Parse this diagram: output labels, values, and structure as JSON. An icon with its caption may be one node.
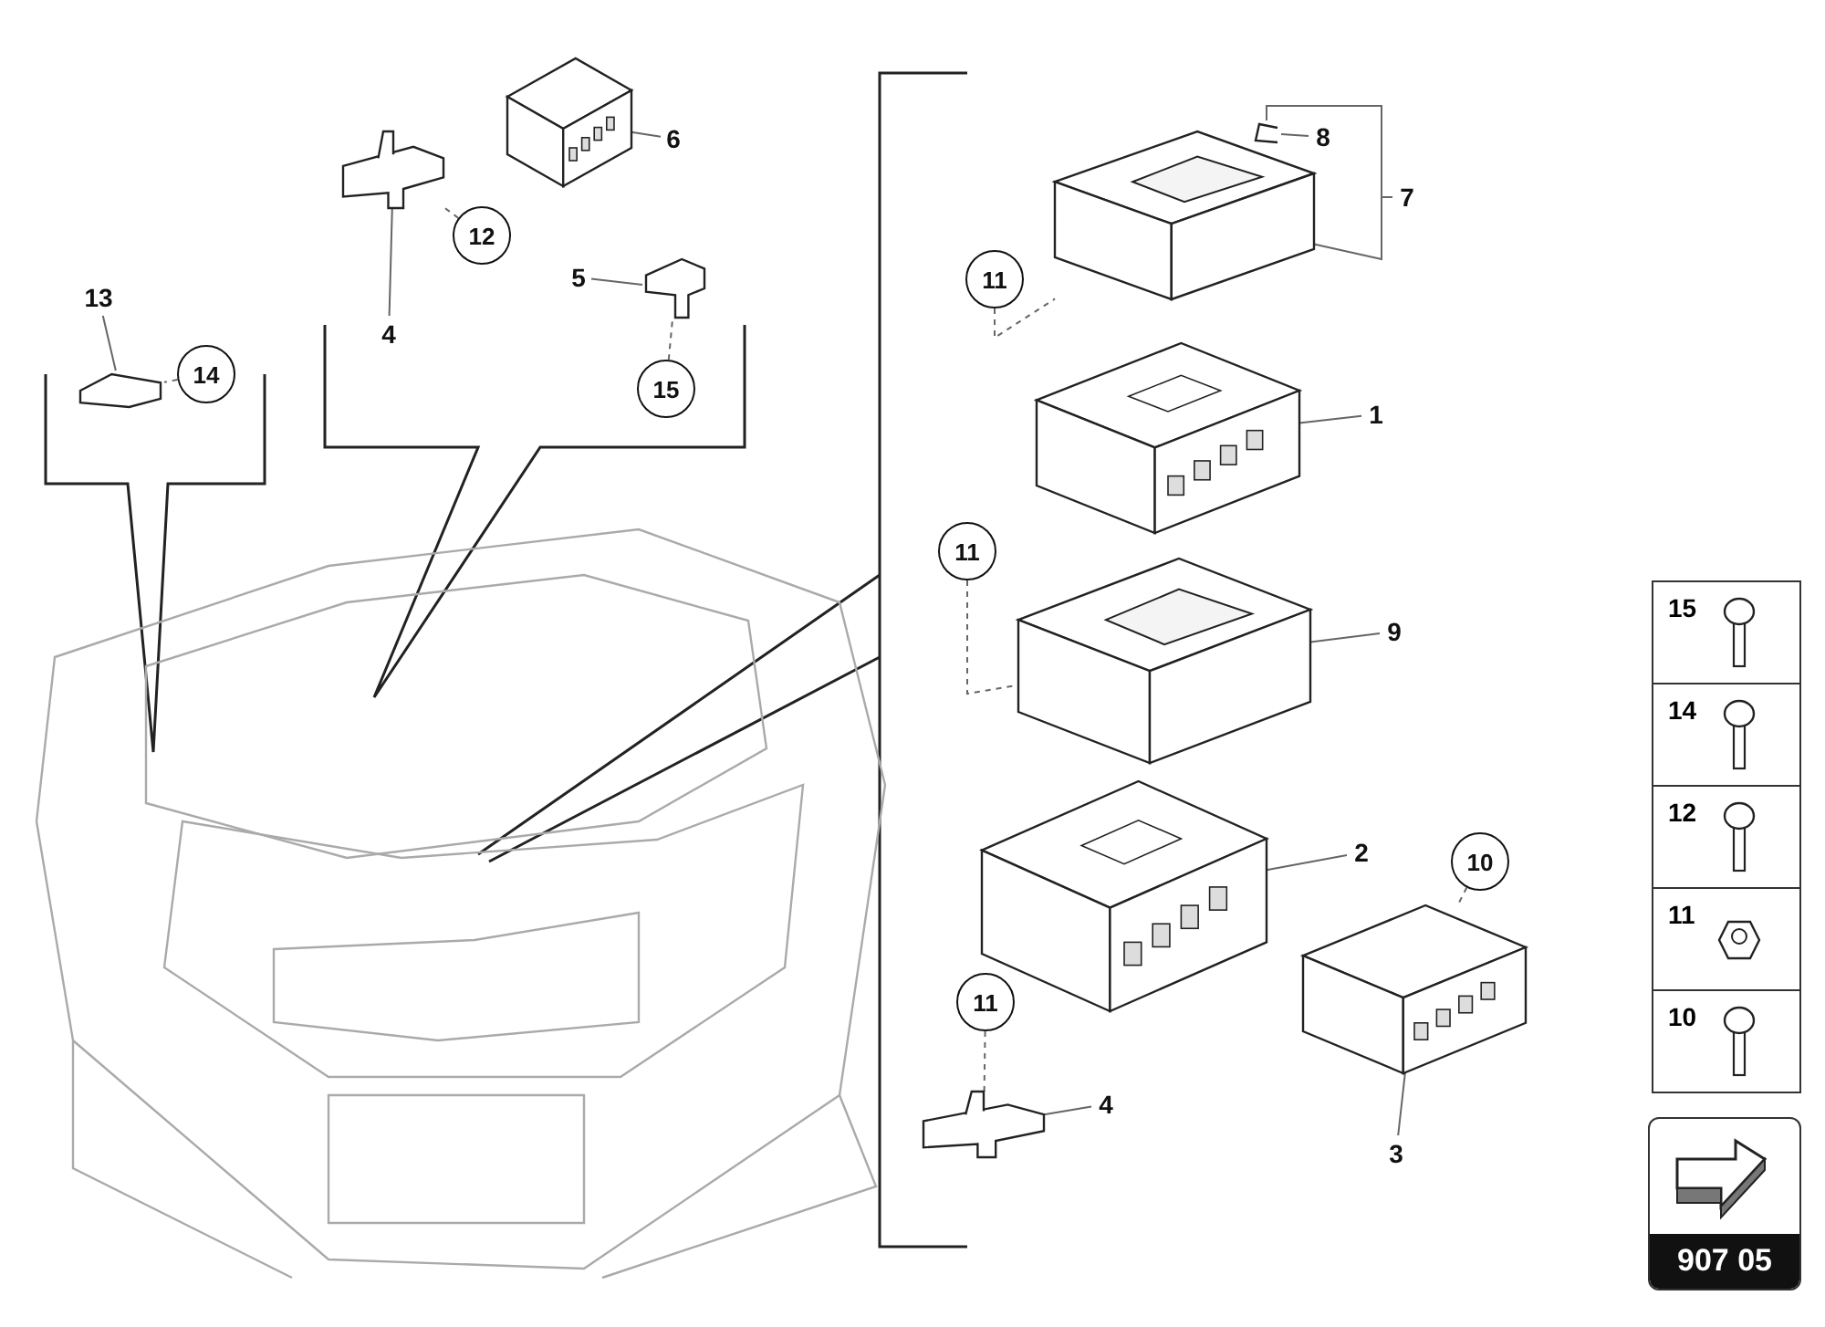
{
  "diagram": {
    "nodes": [
      {
        "text": [],
        "shape": "picture"
      },
      {
        "text": [
          "6"
        ]
      },
      {
        "text": [],
        "shape": "picture"
      },
      {
        "text": [
          "12"
        ]
      },
      {
        "text": [
          "4"
        ]
      },
      {
        "text": [],
        "shape": "picture"
      },
      {
        "text": [
          "5"
        ]
      },
      {
        "text": [
          "15"
        ]
      },
      {
        "text": [
          "13"
        ]
      },
      {
        "text": [],
        "shape": "picture"
      },
      {
        "text": [
          "14"
        ]
      },
      {
        "text": [],
        "shape": "picture"
      },
      {
        "text": [],
        "shape": "picture"
      },
      {
        "text": [
          "8"
        ]
      },
      {
        "text": [
          "7"
        ]
      },
      {
        "text": [],
        "shape": "picture"
      },
      {
        "text": [
          "11"
        ]
      },
      {
        "text": [],
        "shape": "picture"
      },
      {
        "text": [
          "1"
        ]
      },
      {
        "text": [
          "11"
        ]
      },
      {
        "text": [],
        "shape": "picture"
      },
      {
        "text": [
          "9"
        ]
      },
      {
        "text": [],
        "shape": "picture"
      },
      {
        "text": [
          "2"
        ]
      },
      {
        "text": [
          "10"
        ]
      },
      {
        "text": [],
        "shape": "picture"
      },
      {
        "text": [
          "3"
        ]
      },
      {
        "text": [
          "11"
        ]
      },
      {
        "text": [],
        "shape": "picture"
      },
      {
        "text": [
          "4"
        ]
      }
    ],
    "edges": [
      {
        "from": 1,
        "to": 0,
        "arrow": "none"
      },
      {
        "from": 4,
        "to": 2,
        "arrow": "none"
      },
      {
        "from": 3,
        "to": 2,
        "arrow": "none",
        "style": "dashed"
      },
      {
        "from": 6,
        "to": 5,
        "arrow": "none"
      },
      {
        "from": 7,
        "to": 5,
        "arrow": "none",
        "style": "dashed"
      },
      {
        "from": 8,
        "to": 9,
        "arrow": "none"
      },
      {
        "from": 10,
        "to": 9,
        "arrow": "none",
        "style": "dashed"
      },
      {
        "from": 13,
        "to": 12,
        "arrow": "none"
      },
      {
        "from": 14,
        "to": 12,
        "arrow": "none"
      },
      {
        "from": 14,
        "to": 15,
        "arrow": "none"
      },
      {
        "from": 16,
        "to": 15,
        "arrow": "none",
        "style": "dashed"
      },
      {
        "from": 18,
        "to": 17,
        "arrow": "none"
      },
      {
        "from": 19,
        "to": 20,
        "arrow": "none",
        "style": "dashed"
      },
      {
        "from": 21,
        "to": 20,
        "arrow": "none"
      },
      {
        "from": 23,
        "to": 22,
        "arrow": "none"
      },
      {
        "from": 24,
        "to": 25,
        "arrow": "none",
        "style": "dashed"
      },
      {
        "from": 26,
        "to": 25,
        "arrow": "none"
      },
      {
        "from": 27,
        "to": 28,
        "arrow": "none",
        "style": "dashed"
      },
      {
        "from": 29,
        "to": 28,
        "arrow": "none"
      }
    ],
    "labels": [
      "15",
      "14",
      "12",
      "11",
      "10",
      "907 05"
    ]
  }
}
